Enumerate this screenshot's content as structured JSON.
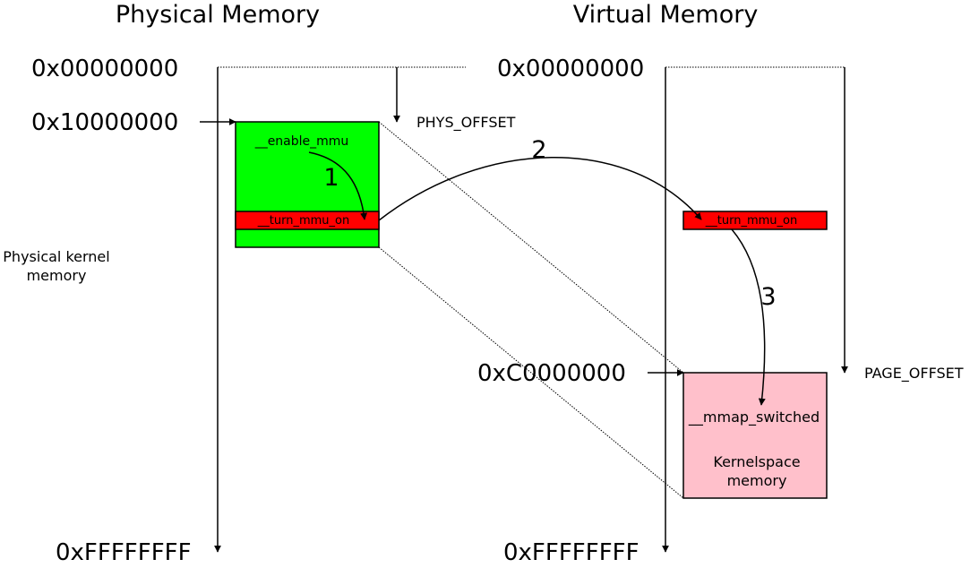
{
  "headers": {
    "physical": "Physical Memory",
    "virtual": "Virtual Memory"
  },
  "physical": {
    "addr_start": "0x00000000",
    "addr_kernel": "0x10000000",
    "addr_end": "0xFFFFFFFF",
    "kernel_memory_label": [
      "Physical kernel",
      "memory"
    ],
    "enable_mmu": "__enable_mmu",
    "turn_mmu_on": "__turn_mmu_on"
  },
  "virtual": {
    "addr_start": "0x00000000",
    "addr_page_offset": "0xC0000000",
    "addr_end": "0xFFFFFFFF",
    "turn_mmu_on": "__turn_mmu_on",
    "mmap_switched": "__mmap_switched",
    "kernelspace_label": [
      "Kernelspace",
      "memory"
    ]
  },
  "offsets": {
    "phys_offset": "PHYS_OFFSET",
    "page_offset": "PAGE_OFFSET"
  },
  "steps": [
    "1",
    "2",
    "3"
  ],
  "colors": {
    "physical_kernel_block": "#00ff00",
    "turn_mmu_on_block": "#ff0000",
    "kernelspace_block": "#ffc0cb"
  }
}
